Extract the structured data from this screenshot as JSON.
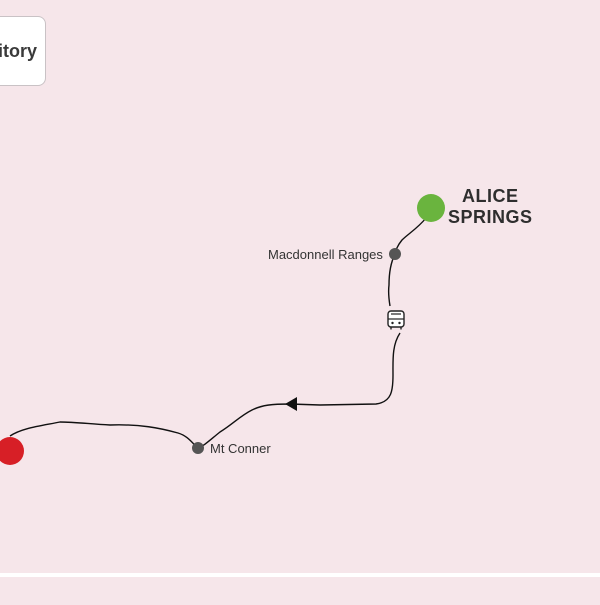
{
  "region_chip": {
    "label": "itory"
  },
  "start_city": {
    "line1": "ALICE",
    "line2": "SPRINGS",
    "color": "#6ab43e"
  },
  "end_marker": {
    "color": "#d71f26"
  },
  "stops": [
    {
      "label": "Macdonnell Ranges"
    },
    {
      "label": "Mt Conner"
    }
  ],
  "transport_icon": "bus-icon",
  "route_color": "#111111",
  "stop_color": "#555555",
  "background_color": "#f6e6ea"
}
